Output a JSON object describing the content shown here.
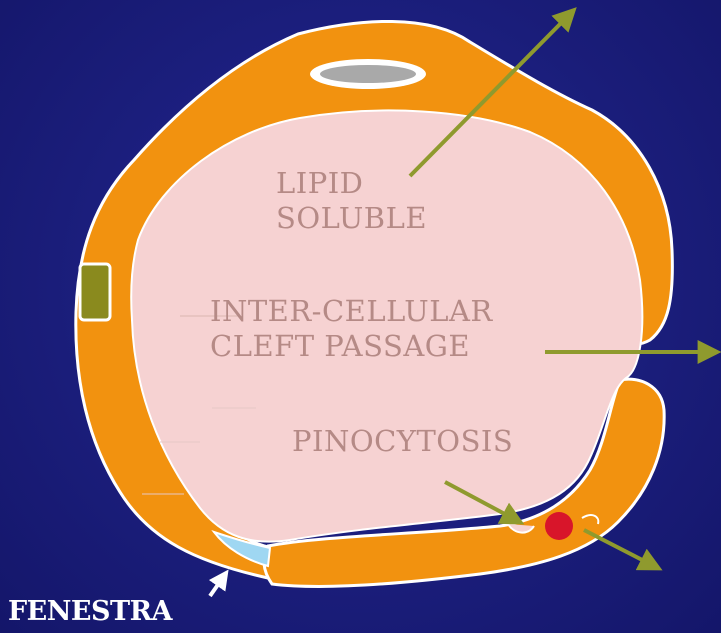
{
  "labels": {
    "lipid_line1": "LIPID",
    "lipid_line2": "SOLUBLE",
    "cleft_line1": "INTER-CELLULAR",
    "cleft_line2": "CLEFT PASSAGE",
    "pinocytosis": "PINOCYTOSIS",
    "fenestra": "FENESTRA"
  },
  "colors": {
    "background": "#1c1f7e",
    "cell_wall": "#f2920f",
    "lumen": "#f6d2d2",
    "arrow": "#8f9a2e",
    "vesicle": "#d8152a",
    "nucleus_fill": "#8a8a1e",
    "label_text": "#b58a86",
    "fenestra_text": "#ffffff"
  }
}
